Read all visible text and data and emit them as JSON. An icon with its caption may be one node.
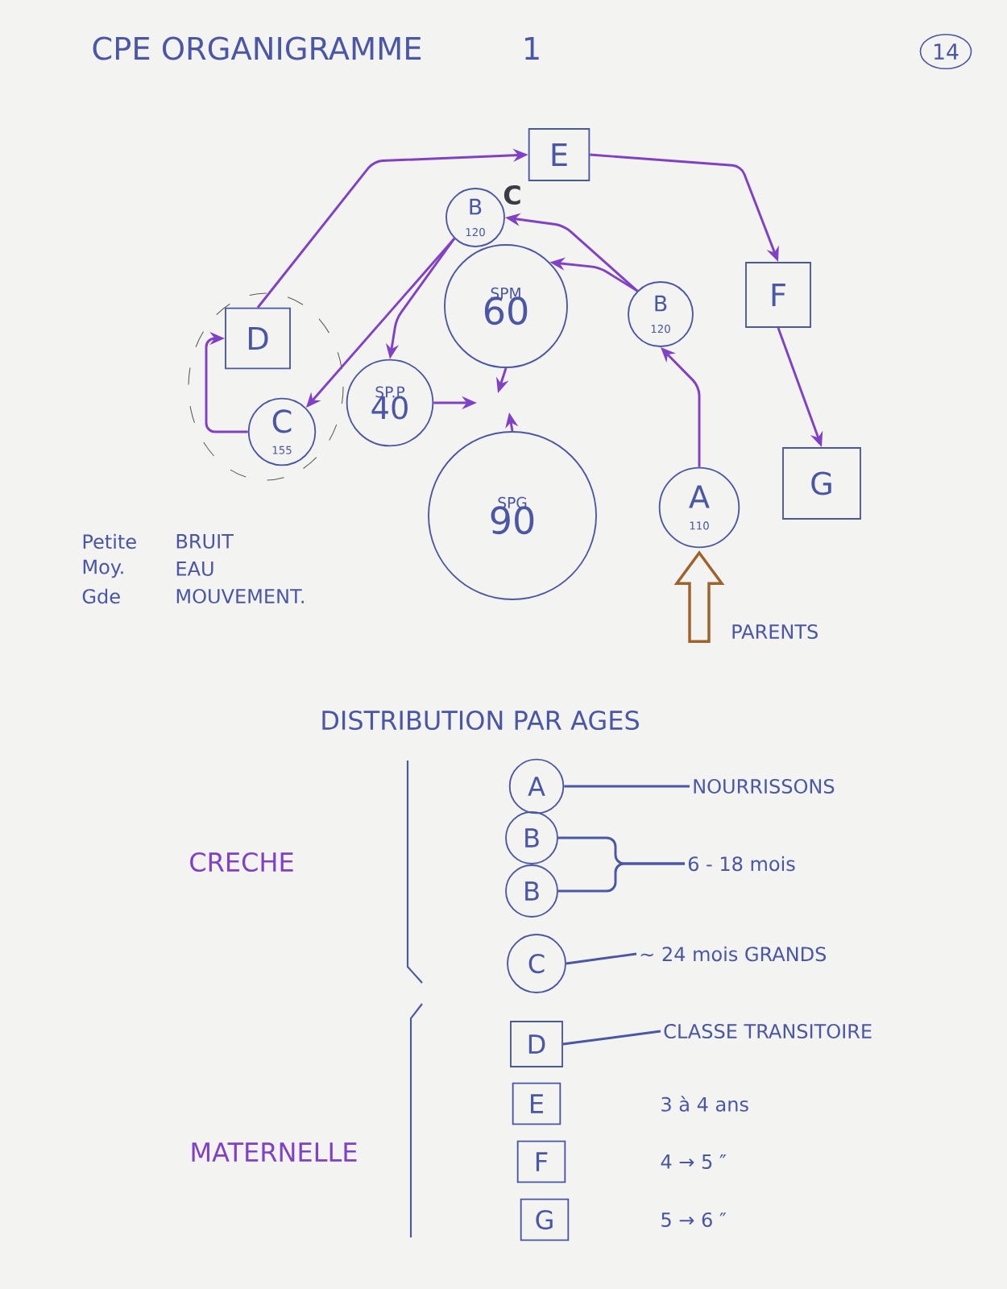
{
  "diagram": {
    "title": "CPE ORGANIGRAMME",
    "nodes": [
      {
        "text": [
          "E"
        ]
      },
      {
        "text": [
          "B",
          "120"
        ]
      },
      {
        "text": [
          "D"
        ]
      },
      {
        "text": [
          "SPM",
          "60"
        ]
      },
      {
        "text": [
          "B",
          "120"
        ]
      },
      {
        "text": [
          "F"
        ]
      },
      {
        "text": [
          "SP.P",
          "40"
        ]
      },
      {
        "text": [
          "C",
          "155"
        ]
      },
      {
        "text": [
          "SPG",
          "90"
        ]
      },
      {
        "text": [
          "A",
          "110"
        ]
      },
      {
        "text": [
          "G"
        ]
      },
      {
        "text": [
          "PARENTS"
        ]
      },
      {
        "text": [
          "A"
        ]
      },
      {
        "text": [
          "NOURRISSONS"
        ]
      },
      {
        "text": [
          "B"
        ]
      },
      {
        "text": [
          "B"
        ]
      },
      {
        "text": [
          "6 - 18 mois"
        ]
      },
      {
        "text": [
          "C"
        ]
      },
      {
        "text": [
          "∼ 24 mois GRANDS"
        ]
      },
      {
        "text": [
          "D"
        ]
      },
      {
        "text": [
          "CLASSE TRANSITOIRE"
        ]
      },
      {
        "text": [
          "E"
        ]
      },
      {
        "text": [
          "F"
        ]
      },
      {
        "text": [
          "G"
        ]
      }
    ],
    "edges": [
      {
        "from": 2,
        "to": 0,
        "arrow": "to"
      },
      {
        "from": 0,
        "to": 5,
        "arrow": "to"
      },
      {
        "from": 1,
        "to": 7,
        "arrow": "to"
      },
      {
        "from": 1,
        "to": 6,
        "arrow": "to"
      },
      {
        "from": 4,
        "to": 1,
        "arrow": "to"
      },
      {
        "from": 4,
        "to": 3,
        "arrow": "to"
      },
      {
        "from": 9,
        "to": 4,
        "arrow": "to"
      },
      {
        "from": 5,
        "to": 10,
        "arrow": "to"
      },
      {
        "from": 7,
        "to": 2,
        "arrow": "to"
      },
      {
        "from": 6,
        "to": null,
        "arrow": "to"
      },
      {
        "from": 3,
        "to": null,
        "arrow": "to"
      },
      {
        "from": 8,
        "to": null,
        "arrow": "to"
      },
      {
        "from": 11,
        "to": 9,
        "arrow": "to",
        "style": "thick",
        "color": "#a0622d"
      },
      {
        "from": 12,
        "to": 13,
        "arrow": "none",
        "color": "#4a56a6"
      },
      {
        "from": 14,
        "to": 16,
        "arrow": "none",
        "color": "#4a56a6"
      },
      {
        "from": 15,
        "to": 16,
        "arrow": "none",
        "color": "#4a56a6"
      },
      {
        "from": 17,
        "to": 18,
        "arrow": "none",
        "color": "#4a56a6"
      },
      {
        "from": 19,
        "to": 20,
        "arrow": "none",
        "color": "#4a56a6"
      }
    ],
    "labels": [
      "1",
      "14",
      "C",
      "Petite",
      "BRUIT",
      "Moy.",
      "EAU",
      "Gde",
      "MOUVEMENT.",
      "DISTRIBUTION PAR AGES",
      "CRECHE",
      "3 à 4 ans",
      "MATERNELLE",
      "4 → 5 ″",
      "5 → 6 ″"
    ]
  }
}
